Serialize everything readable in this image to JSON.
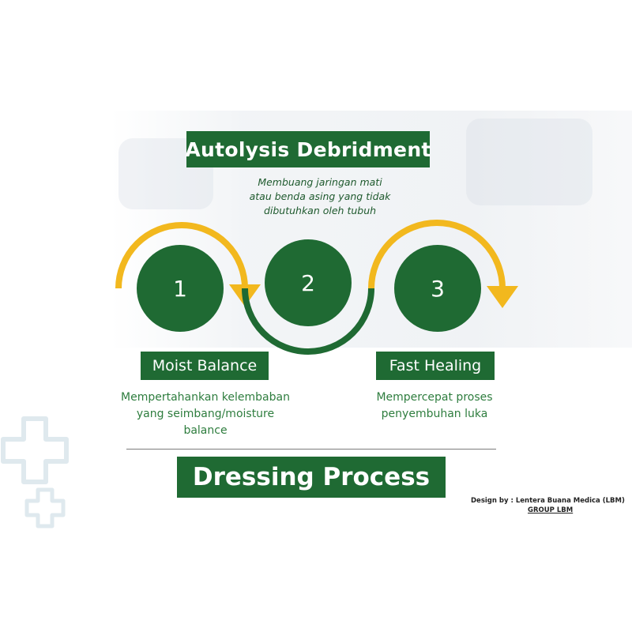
{
  "title": "Autolysis Debridment",
  "subtitle_lines": [
    "Membuang jaringan mati",
    "atau benda asing yang tidak",
    "dibutuhkan oleh tubuh"
  ],
  "steps": [
    {
      "number": "1"
    },
    {
      "number": "2"
    },
    {
      "number": "3"
    }
  ],
  "left_label": {
    "title": "Moist Balance",
    "desc_lines": [
      "Mempertahankan kelembaban",
      "yang seimbang/moisture",
      "balance"
    ]
  },
  "right_label": {
    "title": "Fast Healing",
    "desc_lines": [
      "Mempercepat proses",
      "penyembuhan luka"
    ]
  },
  "bottom_title": "Dressing Process",
  "credit": {
    "line1": "Design by : Lentera Buana Medica  (LBM)",
    "line2": "GROUP LBM"
  },
  "colors": {
    "green": "#1f6a33",
    "yellow": "#f2b81e",
    "text_green": "#2e7d3e"
  }
}
